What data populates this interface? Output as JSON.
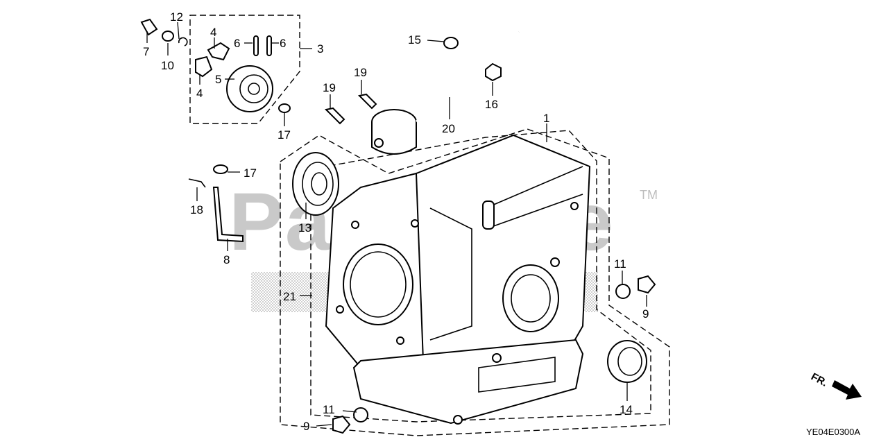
{
  "watermark": {
    "text": "PartsTree",
    "trademark": "TM"
  },
  "diagram_code": "YE04E0300A",
  "front_indicator": "FR.",
  "callouts": {
    "p1": "1",
    "p3": "3",
    "p4a": "4",
    "p4b": "4",
    "p5": "5",
    "p6a": "6",
    "p6b": "6",
    "p7": "7",
    "p8": "8",
    "p9a": "9",
    "p9b": "9",
    "p10": "10",
    "p11a": "11",
    "p11b": "11",
    "p12": "12",
    "p13": "13",
    "p14": "14",
    "p15": "15",
    "p16": "16",
    "p17a": "17",
    "p17b": "17",
    "p18": "18",
    "p19a": "19",
    "p19b": "19",
    "p20": "20",
    "p21": "21"
  }
}
